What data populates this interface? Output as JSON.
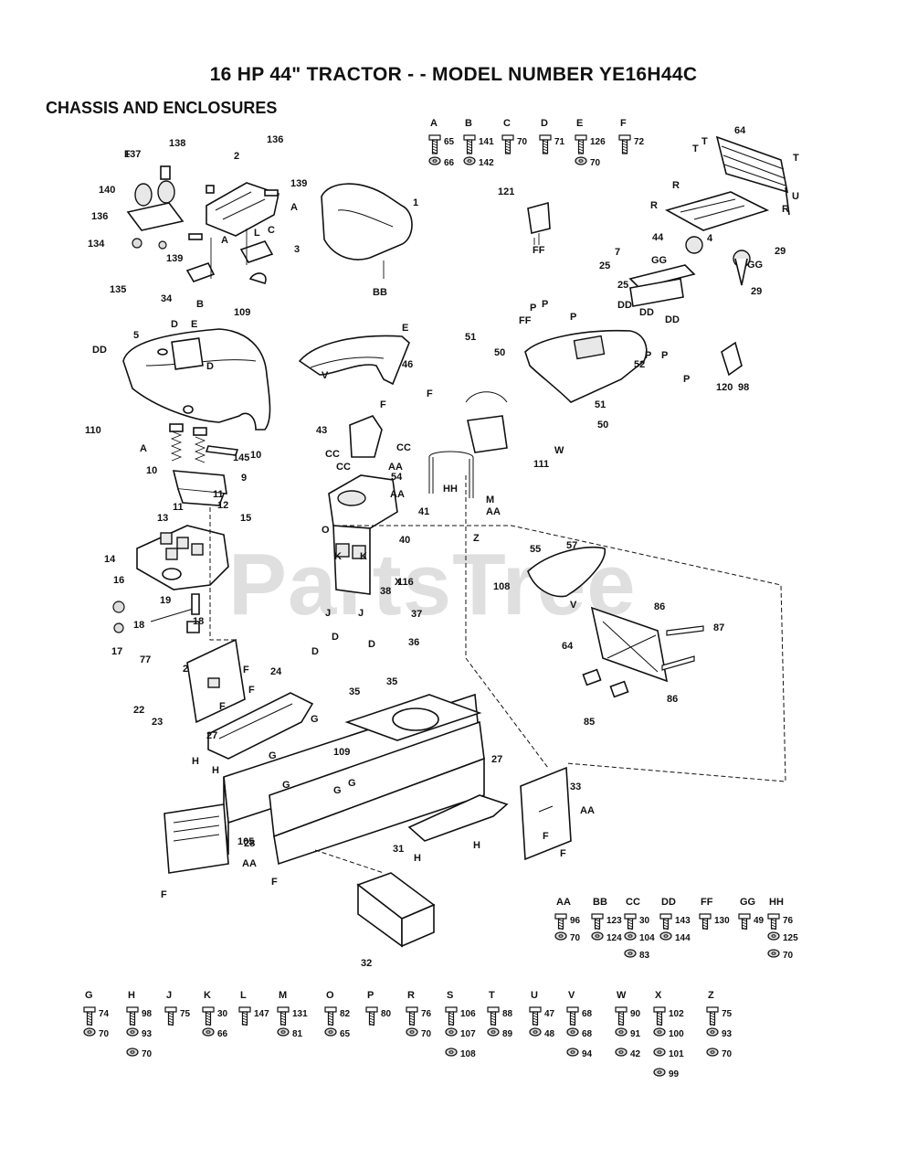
{
  "title": "16 HP 44\" TRACTOR - - MODEL NUMBER YE16H44C",
  "subtitle": "CHASSIS AND ENCLOSURES",
  "watermark": "PartsTree",
  "top_hardware": [
    {
      "letter": "A",
      "parts": [
        "65",
        "66"
      ]
    },
    {
      "letter": "B",
      "parts": [
        "141",
        "142"
      ]
    },
    {
      "letter": "C",
      "parts": [
        "70"
      ]
    },
    {
      "letter": "D",
      "parts": [
        "71"
      ]
    },
    {
      "letter": "E",
      "parts": [
        "126",
        "70"
      ]
    },
    {
      "letter": "F",
      "parts": [
        "72"
      ]
    }
  ],
  "mid_hardware": [
    {
      "letter": "AA",
      "parts": [
        "96",
        "70"
      ]
    },
    {
      "letter": "BB",
      "parts": [
        "123",
        "124"
      ]
    },
    {
      "letter": "CC",
      "parts": [
        "30",
        "104",
        "83"
      ]
    },
    {
      "letter": "DD",
      "parts": [
        "143",
        "144"
      ]
    },
    {
      "letter": "FF",
      "parts": [
        "130"
      ]
    },
    {
      "letter": "GG",
      "parts": [
        "49"
      ]
    },
    {
      "letter": "HH",
      "parts": [
        "76",
        "125",
        "70"
      ]
    }
  ],
  "bottom_hardware": [
    {
      "letter": "G",
      "parts": [
        "74",
        "70"
      ]
    },
    {
      "letter": "H",
      "parts": [
        "98",
        "93",
        "70"
      ]
    },
    {
      "letter": "J",
      "parts": [
        "75"
      ]
    },
    {
      "letter": "K",
      "parts": [
        "30",
        "66"
      ]
    },
    {
      "letter": "L",
      "parts": [
        "147"
      ]
    },
    {
      "letter": "M",
      "parts": [
        "131",
        "81"
      ]
    },
    {
      "letter": "O",
      "parts": [
        "82",
        "65"
      ]
    },
    {
      "letter": "P",
      "parts": [
        "80"
      ]
    },
    {
      "letter": "R",
      "parts": [
        "76",
        "70"
      ]
    },
    {
      "letter": "S",
      "parts": [
        "106",
        "107",
        "108"
      ]
    },
    {
      "letter": "T",
      "parts": [
        "88",
        "89"
      ]
    },
    {
      "letter": "U",
      "parts": [
        "47",
        "48"
      ]
    },
    {
      "letter": "V",
      "parts": [
        "68",
        "68",
        "94"
      ]
    },
    {
      "letter": "W",
      "parts": [
        "90",
        "91",
        "42"
      ]
    },
    {
      "letter": "X",
      "parts": [
        "102",
        "100",
        "101",
        "99"
      ]
    },
    {
      "letter": "Z",
      "parts": [
        "75",
        "93",
        "70"
      ]
    }
  ],
  "callouts": [
    "137",
    "138",
    "136",
    "2",
    "140",
    "139",
    "136",
    "134",
    "135",
    "139",
    "34",
    "B",
    "A",
    "L",
    "C",
    "3",
    "A",
    "109",
    "1",
    "BB",
    "121",
    "FF",
    "64",
    "T",
    "T",
    "T",
    "R",
    "U",
    "R",
    "R",
    "44",
    "4",
    "GG",
    "GG",
    "29",
    "29",
    "7",
    "25",
    "25",
    "DD",
    "DD",
    "DD",
    "DD",
    "5",
    "D",
    "E",
    "D",
    "E",
    "46",
    "V",
    "FF",
    "P",
    "P",
    "P",
    "51",
    "50",
    "52",
    "P",
    "P",
    "P",
    "51",
    "50",
    "W",
    "98",
    "120",
    "F",
    "111",
    "110",
    "A",
    "145",
    "10",
    "10",
    "9",
    "11",
    "11",
    "12",
    "F",
    "43",
    "CC",
    "CC",
    "CC",
    "54",
    "HH",
    "AA",
    "M",
    "AA",
    "AA",
    "41",
    "O",
    "40",
    "Z",
    "55",
    "57",
    "V",
    "13",
    "15",
    "14",
    "K",
    "K",
    "108",
    "X",
    "16",
    "19",
    "116",
    "18",
    "J",
    "J",
    "38",
    "37",
    "36",
    "17",
    "18",
    "77",
    "2",
    "D",
    "D",
    "D",
    "86",
    "87",
    "64",
    "F",
    "F",
    "F",
    "35",
    "35",
    "24",
    "22",
    "23",
    "G",
    "27",
    "H",
    "H",
    "G",
    "G",
    "109",
    "G",
    "G",
    "27",
    "33",
    "86",
    "85",
    "AA",
    "F",
    "F",
    "F",
    "28",
    "AA",
    "F",
    "31",
    "H",
    "H",
    "32",
    "105",
    "F"
  ]
}
